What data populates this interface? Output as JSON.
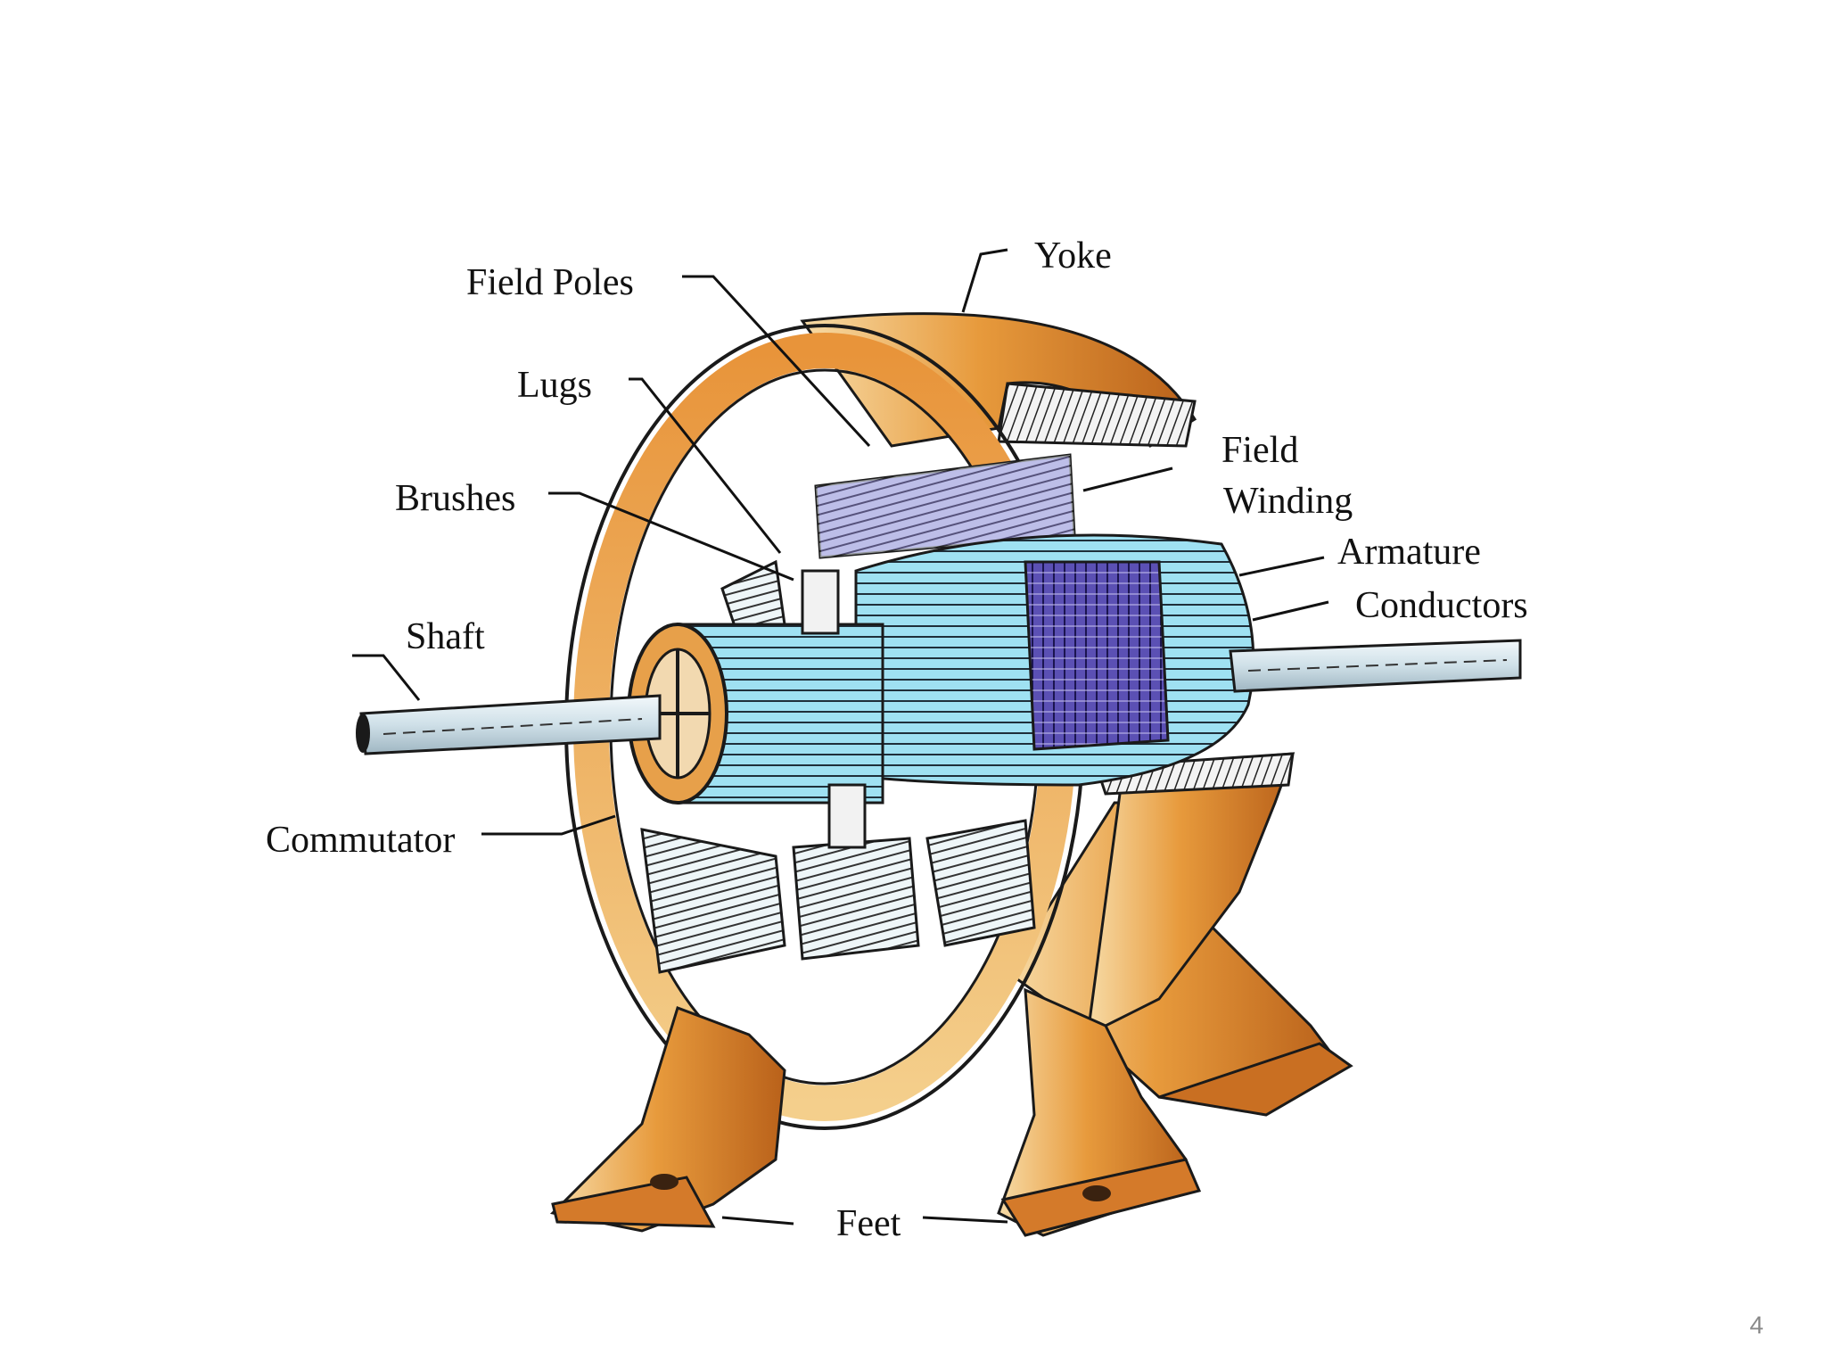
{
  "slide": {
    "page_number": "4"
  },
  "diagram": {
    "labels": {
      "yoke": "Yoke",
      "field_poles": "Field Poles",
      "lugs": "Lugs",
      "brushes": "Brushes",
      "shaft": "Shaft",
      "commutator": "Commutator",
      "feet": "Feet",
      "field_winding_1": "Field",
      "field_winding_2": "Winding",
      "armature": "Armature",
      "conductors": "Conductors"
    },
    "colors": {
      "frame_orange": "#e0892a",
      "frame_light": "#f6d8a0",
      "armature_blue": "#8fdcf0",
      "core_purple": "#5a4fb0",
      "shaft_grey": "#d9e6ec"
    }
  }
}
